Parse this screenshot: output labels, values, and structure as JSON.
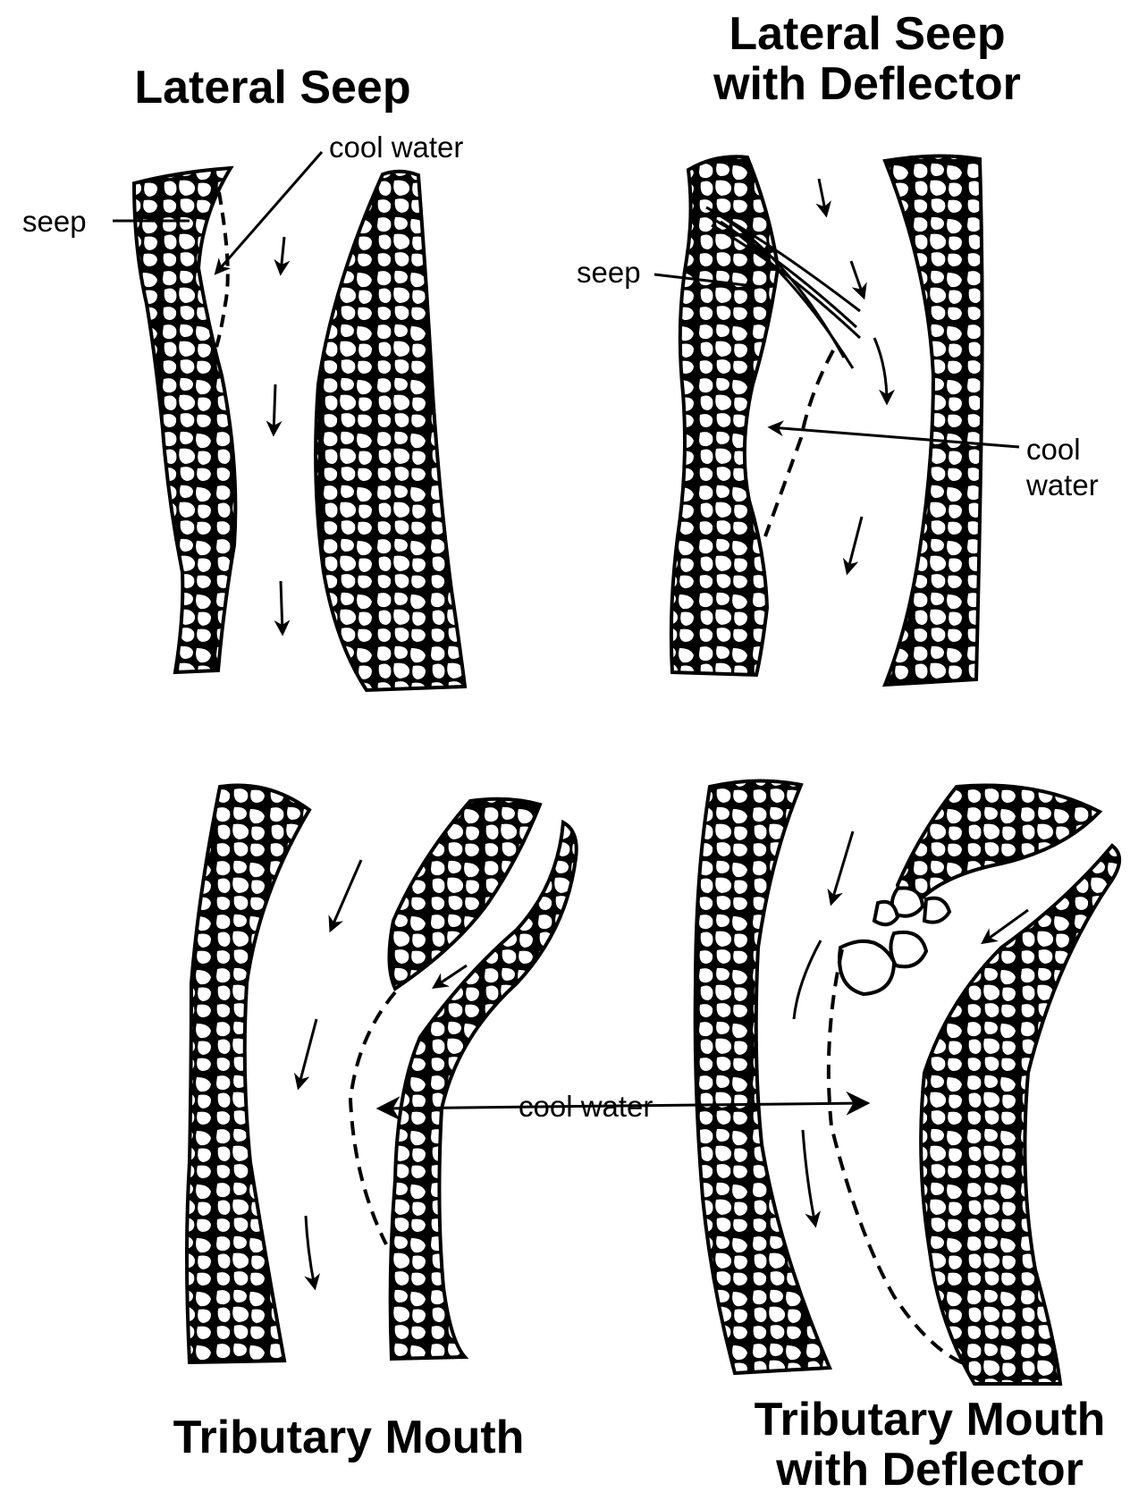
{
  "panels": [
    {
      "title": "Lateral Seep",
      "labels": {
        "seep": "seep",
        "cool_water": "cool water"
      }
    },
    {
      "title_line1": "Lateral Seep",
      "title_line2": "with Deflector",
      "labels": {
        "seep": "seep",
        "cool_line1": "cool",
        "cool_line2": "water"
      }
    },
    {
      "title": "Tributary Mouth",
      "labels": {}
    },
    {
      "title_line1": "Tributary Mouth",
      "title_line2": "with Deflector",
      "labels": {}
    }
  ],
  "shared_labels": {
    "cool_water": "cool water"
  },
  "colors": {
    "ink": "#000000",
    "paper": "#ffffff"
  }
}
